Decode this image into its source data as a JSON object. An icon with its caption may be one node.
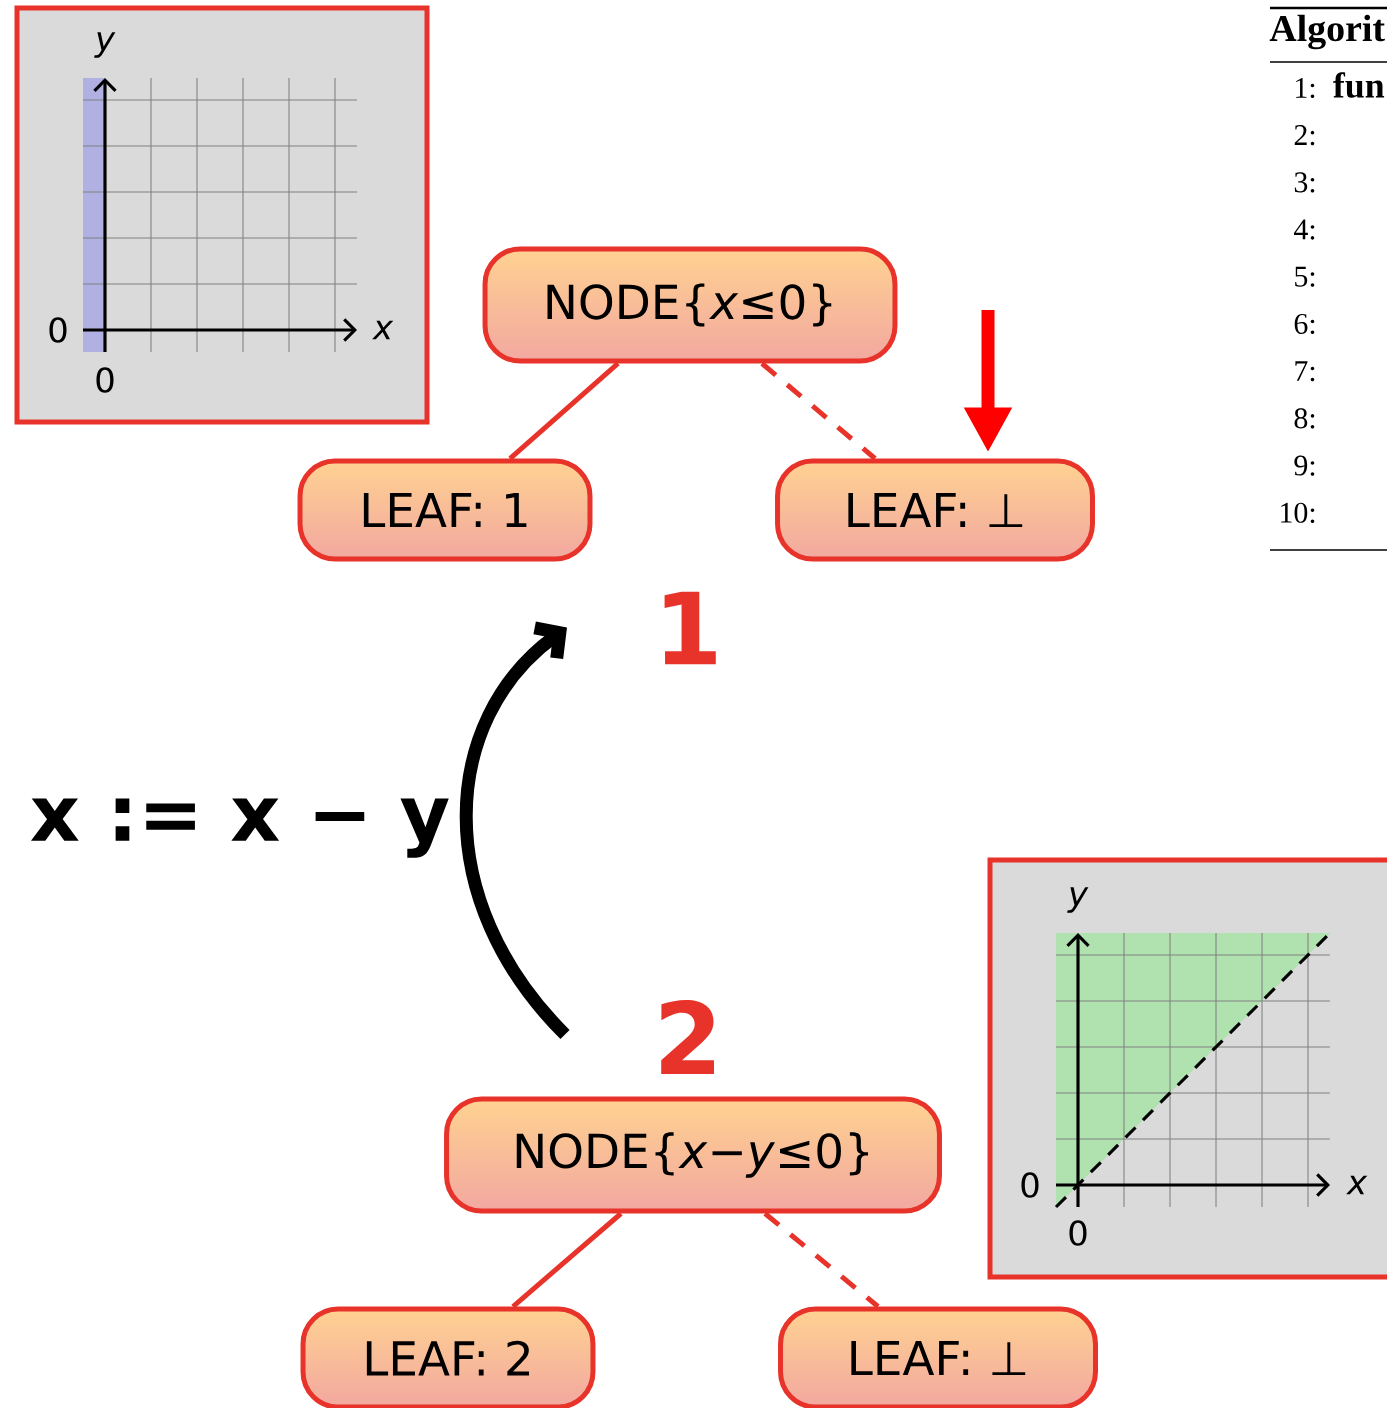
{
  "diagram": {
    "nodes": [
      {
        "text": [
          "NODE{*x*≤0}"
        ]
      },
      {
        "text": [
          "LEAF: 1"
        ]
      },
      {
        "text": [
          "LEAF: ⊥"
        ]
      },
      {
        "text": [
          "NODE{*x*−*y*≤0}"
        ]
      },
      {
        "text": [
          "LEAF: 2"
        ]
      },
      {
        "text": [
          "LEAF: ⊥"
        ]
      }
    ],
    "edges": [
      {
        "from": 0,
        "to": 1,
        "arrow": "none"
      },
      {
        "from": 0,
        "to": 2,
        "arrow": "none",
        "style": "dashed"
      },
      {
        "from": 3,
        "to": 4,
        "arrow": "none"
      },
      {
        "from": 3,
        "to": 5,
        "arrow": "none",
        "style": "dashed"
      },
      {
        "from": null,
        "to": 2,
        "arrow": "to",
        "style": "thick",
        "color": "#ff0000"
      },
      {
        "from": 3,
        "to": 1,
        "arrow": "to",
        "label": "x := x − y",
        "style": "thick",
        "color": "#000000"
      }
    ],
    "labels": [
      "y",
      "0",
      "x",
      "0",
      "Algorit",
      "1:",
      "fun",
      "2:",
      "3:",
      "4:",
      "5:",
      "6:",
      "7:",
      "8:",
      "9:",
      "10:",
      "1",
      "2",
      "y",
      "0",
      "x",
      "0"
    ]
  }
}
